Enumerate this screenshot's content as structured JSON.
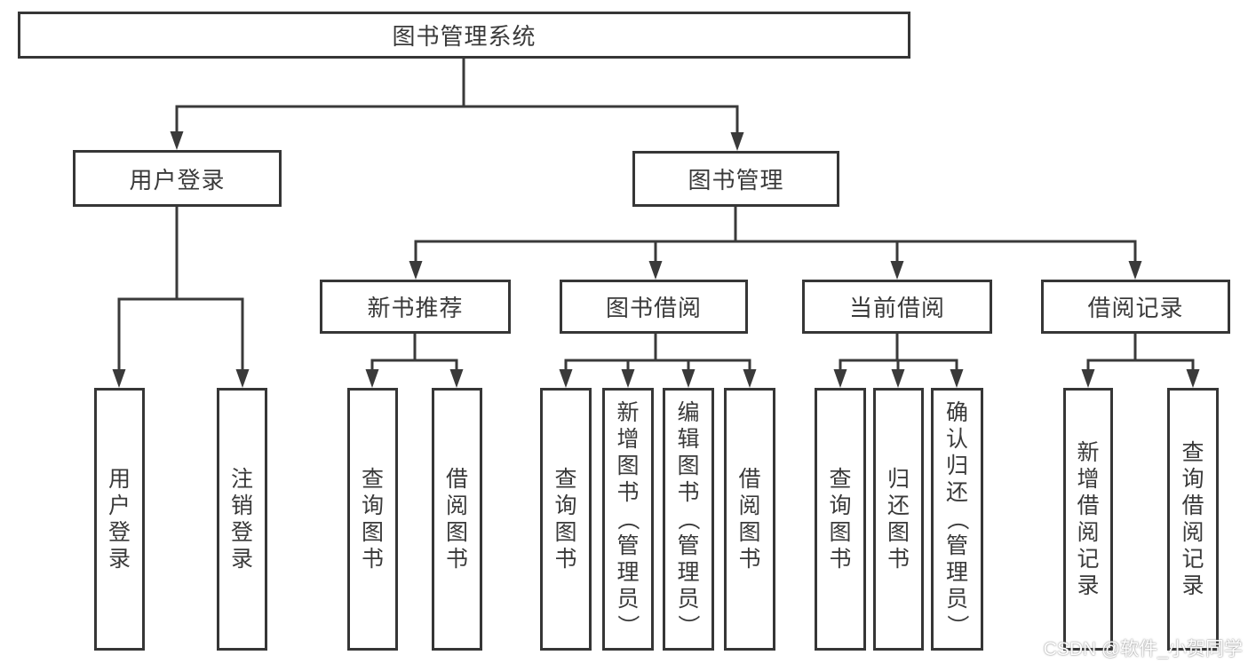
{
  "diagram": {
    "nodes": {
      "root": {
        "label": "图书管理系统"
      },
      "user_login_mod": {
        "label": "用户登录"
      },
      "book_mgmt": {
        "label": "图书管理"
      },
      "new_book_rec": {
        "label": "新书推荐"
      },
      "book_borrow": {
        "label": "图书借阅"
      },
      "current_borrow": {
        "label": "当前借阅"
      },
      "borrow_records": {
        "label": "借阅记录"
      },
      "login": {
        "label": "用户登录"
      },
      "logout": {
        "label": "注销登录"
      },
      "rec_query": {
        "label": "查询图书"
      },
      "rec_borrow": {
        "label": "借阅图书"
      },
      "bb_query": {
        "label": "查询图书"
      },
      "bb_add": {
        "label": "新增图书（管理员）"
      },
      "bb_edit": {
        "label": "编辑图书（管理员）"
      },
      "bb_borrow": {
        "label": "借阅图书"
      },
      "cb_query": {
        "label": "查询图书"
      },
      "cb_return": {
        "label": "归还图书"
      },
      "cb_confirm": {
        "label": "确认归还（管理员）"
      },
      "br_add": {
        "label": "新增借阅记录"
      },
      "br_query": {
        "label": "查询借阅记录"
      }
    },
    "edges": [
      [
        "root",
        "user_login_mod"
      ],
      [
        "root",
        "book_mgmt"
      ],
      [
        "user_login_mod",
        "login"
      ],
      [
        "user_login_mod",
        "logout"
      ],
      [
        "book_mgmt",
        "new_book_rec"
      ],
      [
        "book_mgmt",
        "book_borrow"
      ],
      [
        "book_mgmt",
        "current_borrow"
      ],
      [
        "book_mgmt",
        "borrow_records"
      ],
      [
        "new_book_rec",
        "rec_query"
      ],
      [
        "new_book_rec",
        "rec_borrow"
      ],
      [
        "book_borrow",
        "bb_query"
      ],
      [
        "book_borrow",
        "bb_add"
      ],
      [
        "book_borrow",
        "bb_edit"
      ],
      [
        "book_borrow",
        "bb_borrow"
      ],
      [
        "current_borrow",
        "cb_query"
      ],
      [
        "current_borrow",
        "cb_return"
      ],
      [
        "current_borrow",
        "cb_confirm"
      ],
      [
        "borrow_records",
        "br_add"
      ],
      [
        "borrow_records",
        "br_query"
      ]
    ]
  },
  "watermark": {
    "text": "CSDN @软件_小贺同学"
  },
  "colors": {
    "line": "#3a3a3a",
    "box_border": "#363636",
    "text": "#3a3a3a",
    "background": "#ffffff"
  }
}
